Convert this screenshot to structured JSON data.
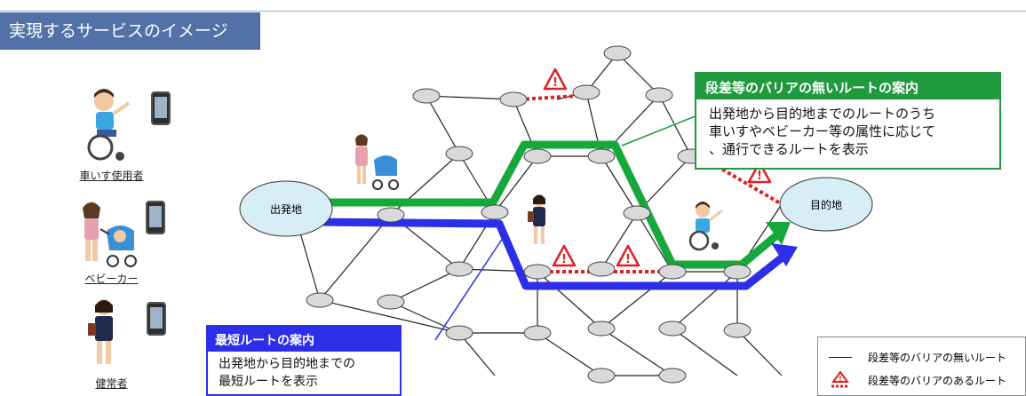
{
  "title": "実現するサービスのイメージ",
  "users": [
    {
      "label": "車いす使用者",
      "icon": "wheelchair-user-icon"
    },
    {
      "label": "ベビーカー",
      "icon": "stroller-user-icon"
    },
    {
      "label": "健常者",
      "icon": "walking-person-icon"
    }
  ],
  "map": {
    "start_label": "出発地",
    "goal_label": "目的地"
  },
  "callouts": {
    "barrier_free": {
      "header": "段差等のバリアの無いルートの案内",
      "lines": [
        "出発地から目的地までのルートのうち",
        "車いすやベビーカー等の属性に応じて",
        "、通行できるルートを表示"
      ]
    },
    "shortest": {
      "header": "最短ルートの案内",
      "lines": [
        "出発地から目的地までの",
        "最短ルートを表示"
      ]
    }
  },
  "legend": {
    "no_barrier": "段差等のバリアの無いルート",
    "with_barrier": "段差等のバリアのあるルート"
  },
  "colors": {
    "title_bg": "#5271a6",
    "green_route": "#17a83c",
    "blue_route": "#2d2ee8",
    "barrier_red": "#e02020",
    "node_fill": "#d9d9d9",
    "endpoint_fill": "#d7eef6"
  }
}
